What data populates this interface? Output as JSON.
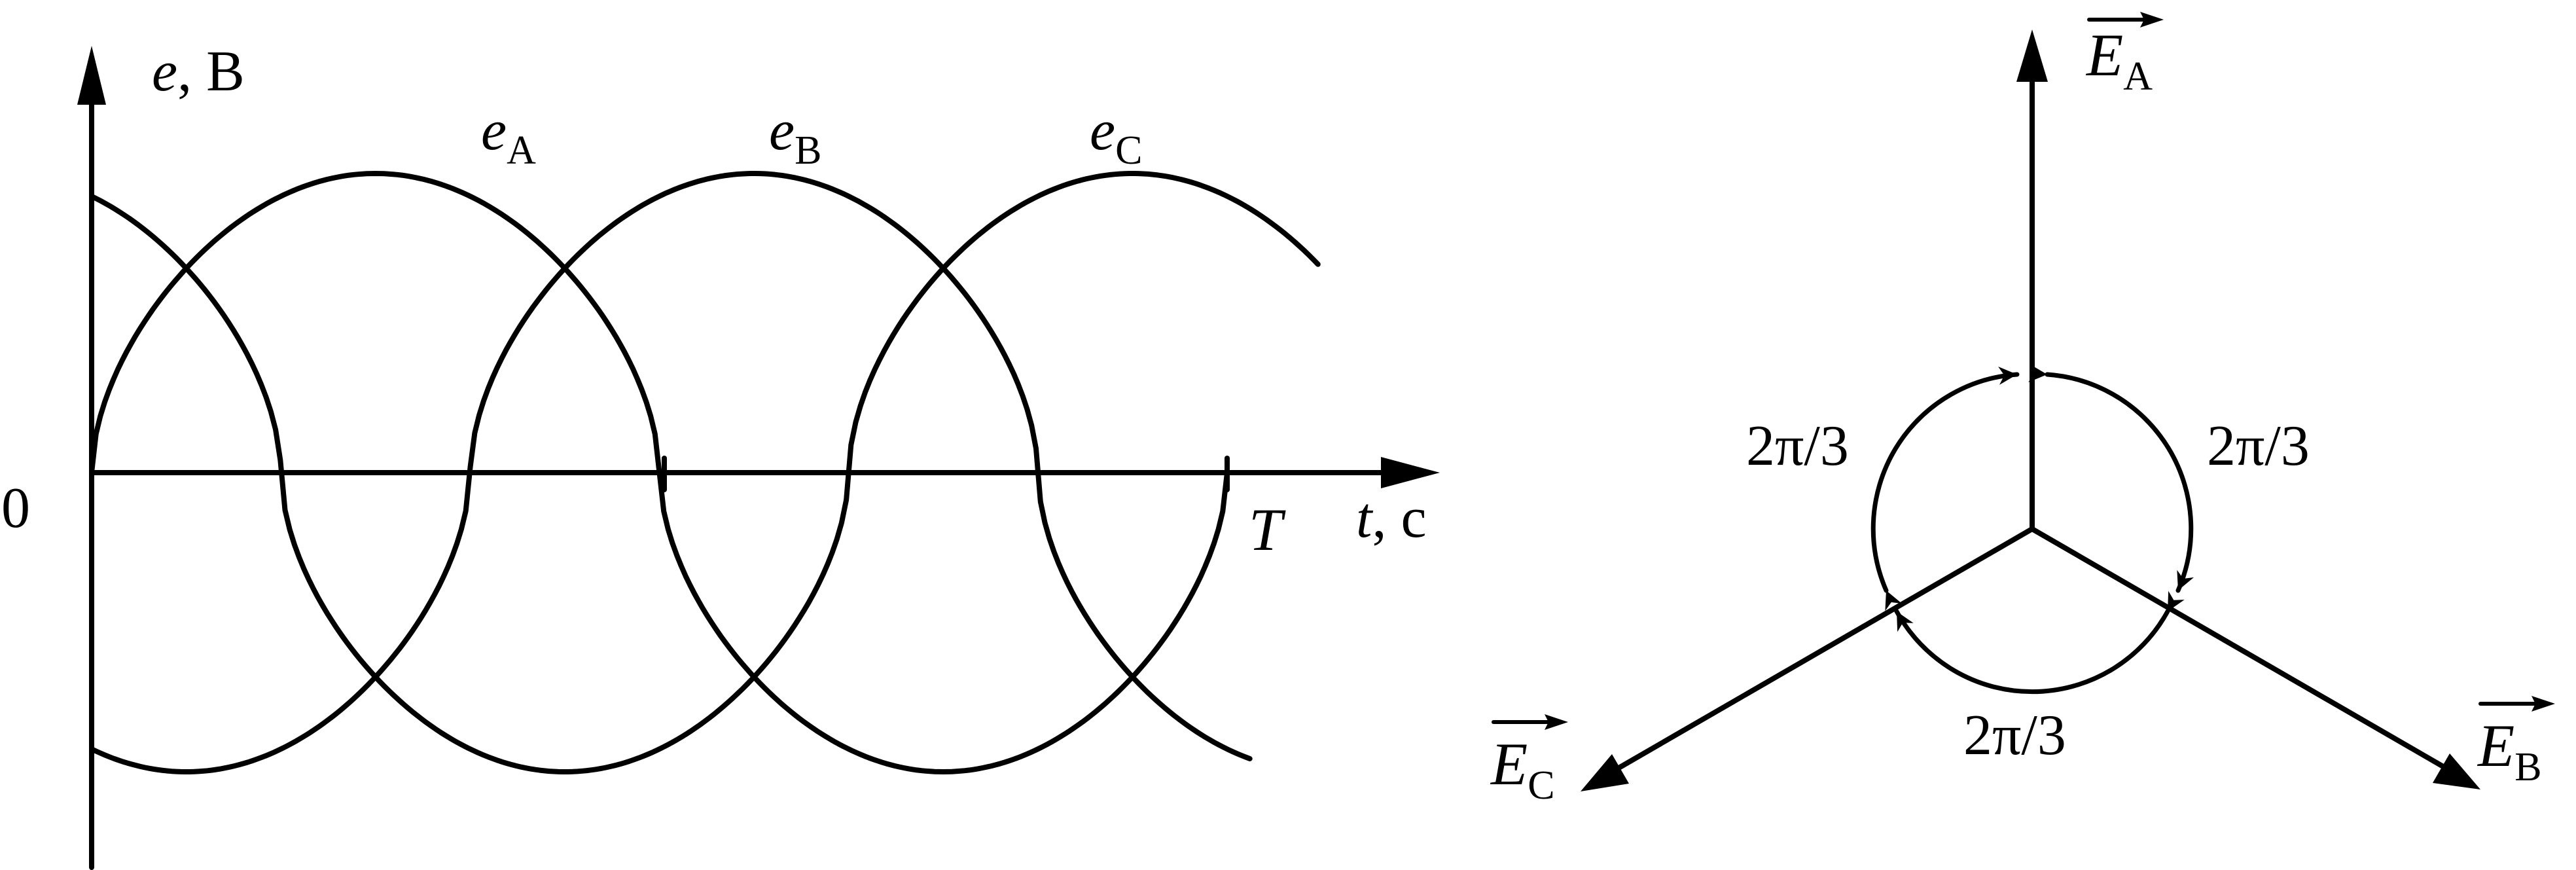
{
  "waveform": {
    "y_axis_label_symbol": "e",
    "y_axis_label_unit": "B",
    "x_axis_label_symbol": "t",
    "x_axis_label_unit": "c",
    "origin_label": "0",
    "period_label": "T",
    "curves": [
      {
        "symbol": "e",
        "subscript": "A"
      },
      {
        "symbol": "e",
        "subscript": "B"
      },
      {
        "symbol": "e",
        "subscript": "C"
      }
    ]
  },
  "phasor": {
    "vectors": [
      {
        "symbol": "E",
        "subscript": "A"
      },
      {
        "symbol": "E",
        "subscript": "B"
      },
      {
        "symbol": "E",
        "subscript": "C"
      }
    ],
    "angle_labels": [
      "2π/3",
      "2π/3",
      "2π/3"
    ]
  }
}
